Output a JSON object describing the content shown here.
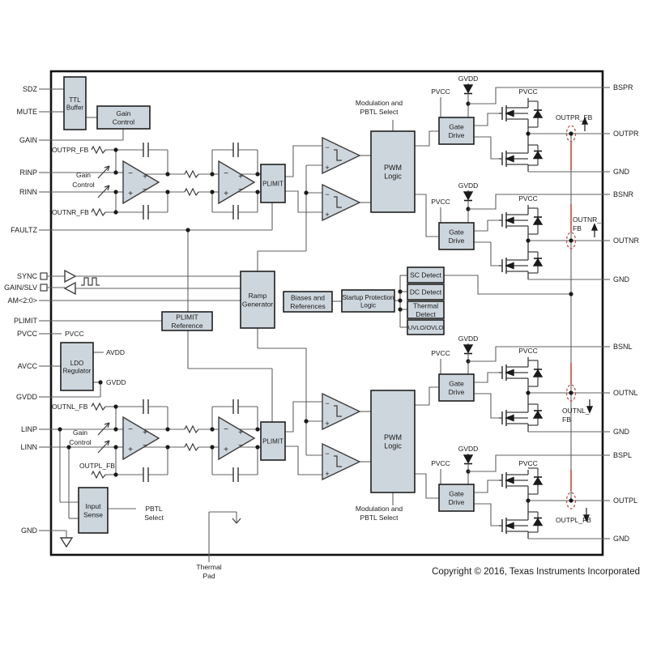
{
  "pins": {
    "left": [
      "SDZ",
      "MUTE",
      "GAIN",
      "RINP",
      "RINN",
      "FAULTZ",
      "SYNC",
      "GAIN/SLV",
      "AM<2:0>",
      "PLIMIT",
      "PVCC",
      "AVCC",
      "GVDD",
      "LINP",
      "LINN",
      "GND"
    ],
    "right": [
      "BSPR",
      "OUTPR",
      "GND",
      "BSNR",
      "OUTNR",
      "GND",
      "BSNL",
      "OUTNL",
      "GND",
      "BSPL",
      "OUTPL",
      "GND"
    ]
  },
  "blocks": {
    "ttl_buffer": [
      "TTL",
      "Buffer"
    ],
    "gain_control": [
      "Gain",
      "Control"
    ],
    "plimit": "PLIMIT",
    "pwm_logic": [
      "PWM",
      "Logic"
    ],
    "gate_drive": [
      "Gate",
      "Drive"
    ],
    "ramp_generator": [
      "Ramp",
      "Generator"
    ],
    "plimit_reference": [
      "PLIMIT",
      "Reference"
    ],
    "biases": [
      "Biases and",
      "References"
    ],
    "startup": [
      "Startup Protection",
      "Logic"
    ],
    "sc": "SC Detect",
    "dc": "DC Detect",
    "thermal": [
      "Thermal",
      "Detect"
    ],
    "uvlo": "UVLO/OVLO",
    "ldo": [
      "LDO",
      "Regulator"
    ],
    "input_sense": [
      "Input",
      "Sense"
    ]
  },
  "labels": {
    "pvcc": "PVCC",
    "gvdd": "GVDD",
    "avdd": "AVDD",
    "gain_var": [
      "Gain",
      "Control"
    ],
    "modulation": [
      "Modulation and",
      "PBTL Select"
    ],
    "pbtl_select": [
      "PBTL",
      "Select"
    ],
    "thermal_pad": [
      "Thermal",
      "Pad"
    ]
  },
  "fb": {
    "outpr_in": "OUTPR_FB",
    "outnr_in": "OUTNR_FB",
    "outnl_in": "OUTNL_FB",
    "outpl_in": "OUTPL_FB",
    "outpr_sense": "OUTPR_FB",
    "outnr_sense": [
      "OUTNR_",
      "FB"
    ],
    "outnl_sense": [
      "OUTNL_",
      "FB"
    ],
    "outpl_sense": "OUTPL_FB"
  },
  "symbols": {
    "plus": "+",
    "minus": "−"
  },
  "footer": {
    "copyright": "Copyright © 2016, Texas Instruments Incorporated"
  },
  "colors": {
    "block_fill": "#cdd6dd",
    "block_stroke": "#1f1f1f",
    "wire": "#606060",
    "component": "#3d3d3d",
    "red": "#c0504d",
    "text": "#1a1a1a",
    "border": "#111111"
  }
}
